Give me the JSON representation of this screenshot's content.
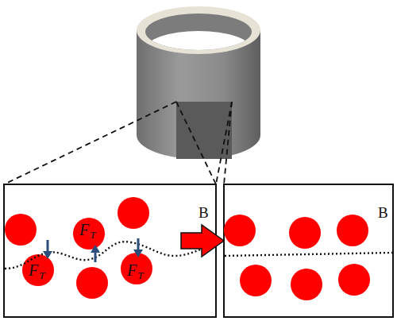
{
  "diagram": {
    "labels": [
      "F",
      "T",
      "F",
      "T",
      "F",
      "T",
      "B",
      "B"
    ]
  }
}
